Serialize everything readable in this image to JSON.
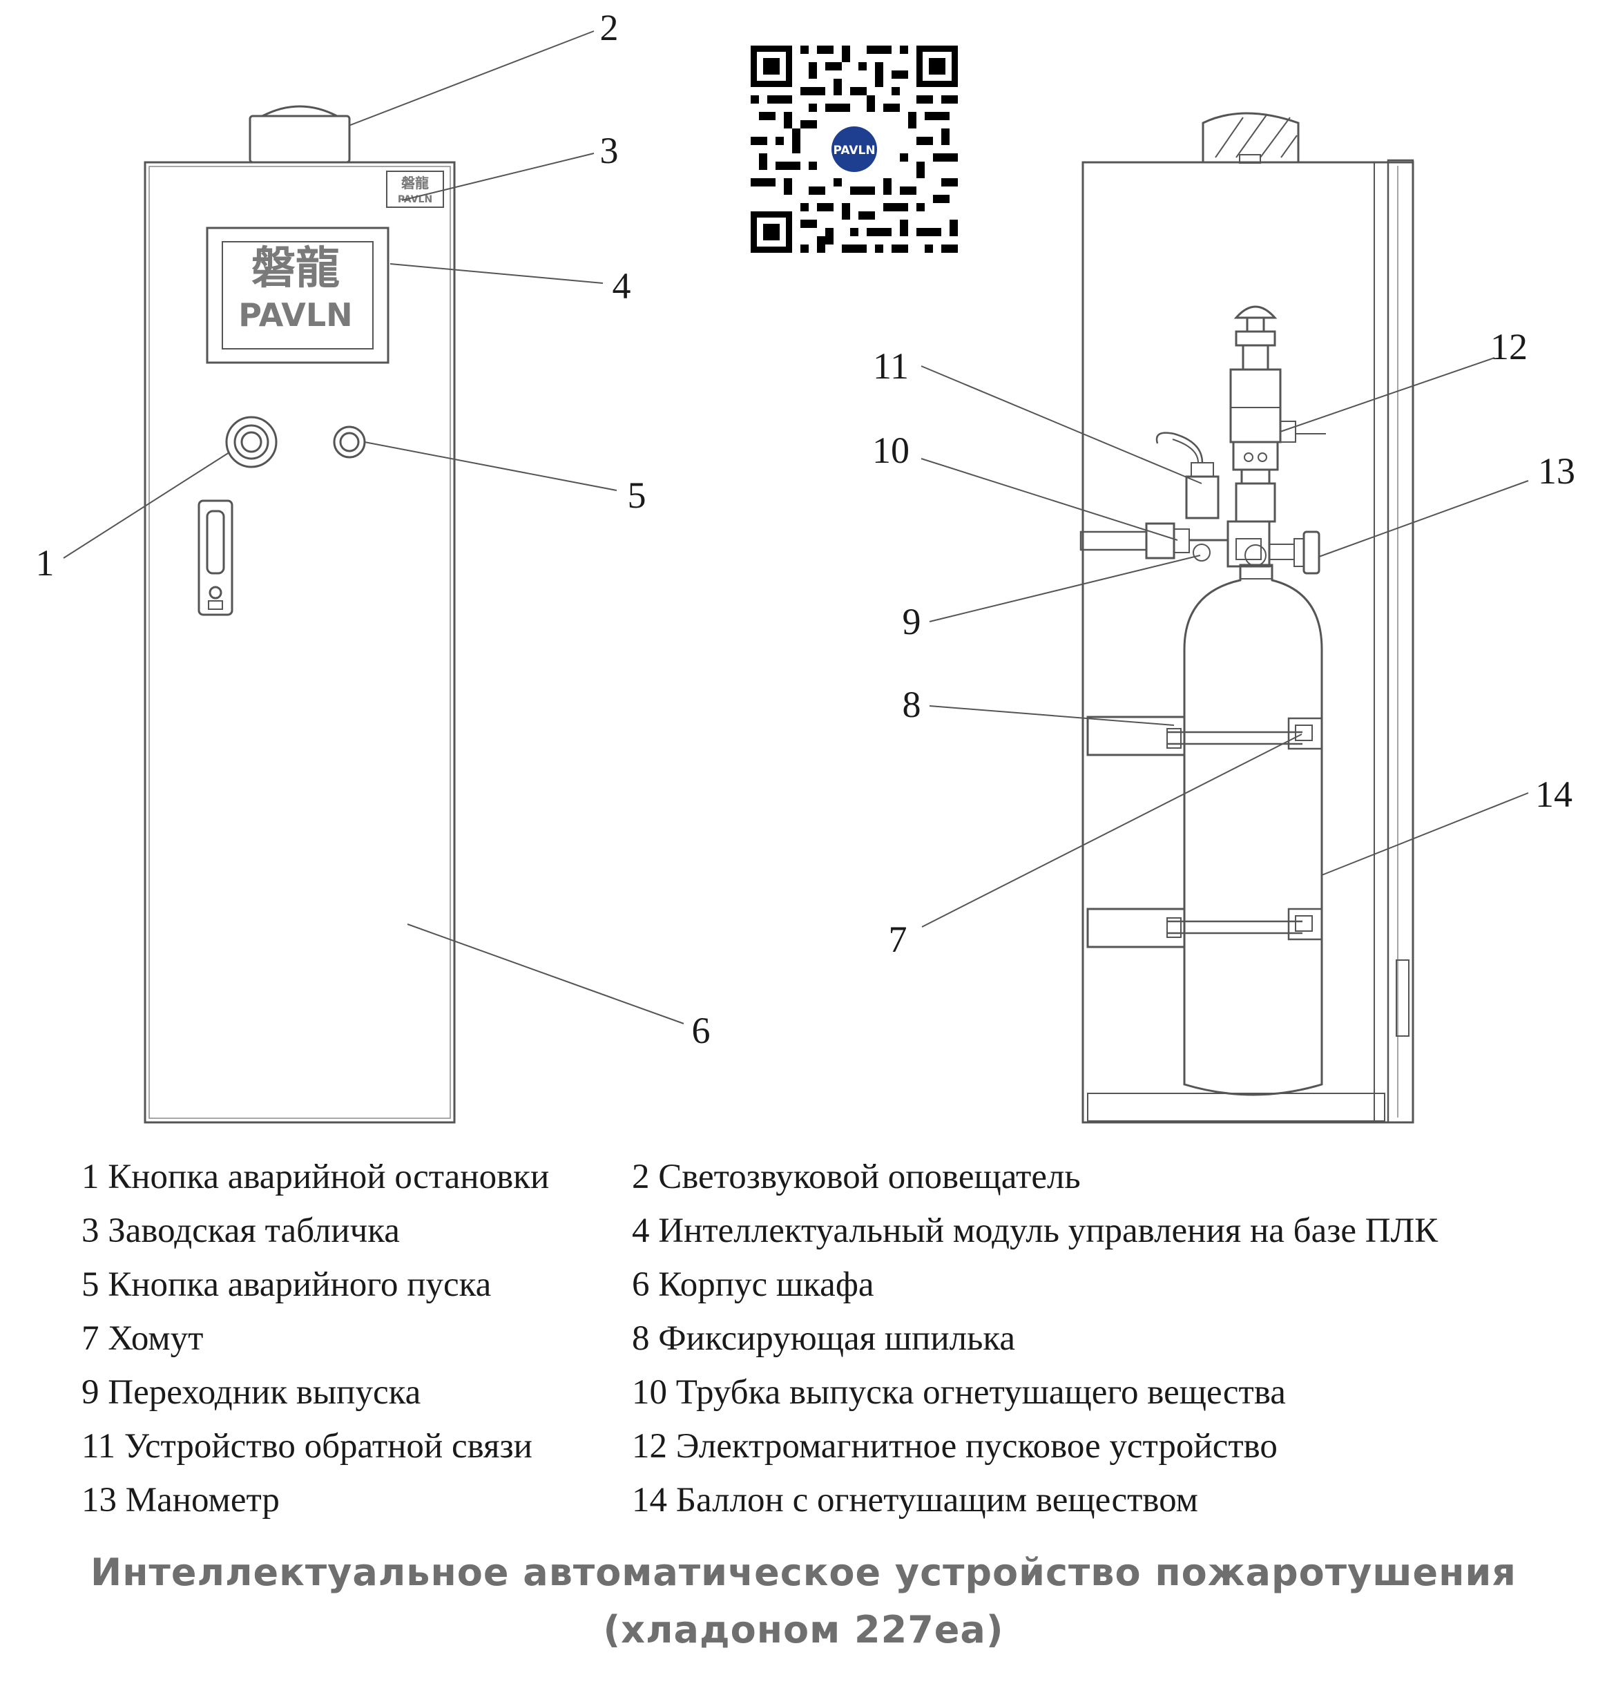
{
  "callouts": [
    "1",
    "2",
    "3",
    "4",
    "5",
    "6",
    "7",
    "8",
    "9",
    "10",
    "11",
    "12",
    "13",
    "14"
  ],
  "brand": {
    "cn": "磐龍",
    "en": "PAVLN"
  },
  "legend": [
    [
      "1 Кнопка аварийной остановки",
      "2 Светозвуковой оповещатель"
    ],
    [
      "3 Заводская табличка",
      "4 Интеллектуальный модуль управления на базе ПЛК"
    ],
    [
      "5 Кнопка аварийного пуска",
      "6 Корпус шкафа"
    ],
    [
      "7 Хомут",
      "8 Фиксирующая шпилька"
    ],
    [
      "9 Переходник выпуска",
      "10 Трубка выпуска огнетушащего вещества"
    ],
    [
      "11 Устройство обратной связи",
      "12 Электромагнитное пусковое устройство"
    ],
    [
      "13 Манометр",
      "14 Баллон с огнетушащим веществом"
    ]
  ],
  "title": {
    "line1": "Интеллектуальное автоматическое устройство пожаротушения",
    "line2": "(хладоном 227ea)"
  }
}
